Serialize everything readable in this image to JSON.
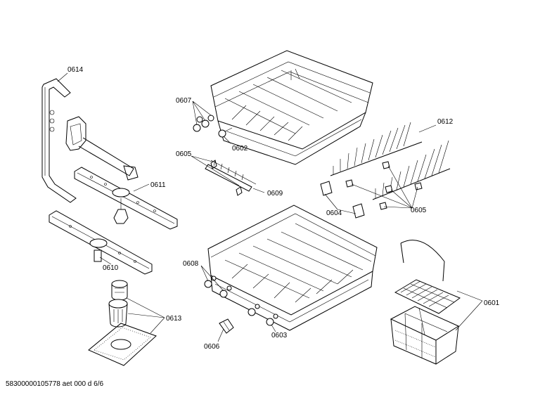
{
  "labels": {
    "p0614": "0614",
    "p0607": "0607",
    "p0602": "0602",
    "p0612": "0612",
    "p0605a": "0605",
    "p0609": "0609",
    "p0611": "0611",
    "p0604": "0604",
    "p0605b": "0605",
    "p0610": "0610",
    "p0608": "0608",
    "p0613": "0613",
    "p0601": "0601",
    "p0606": "0606",
    "p0603": "0603"
  },
  "footer": "58300000105778 aet 000 d 6/6"
}
